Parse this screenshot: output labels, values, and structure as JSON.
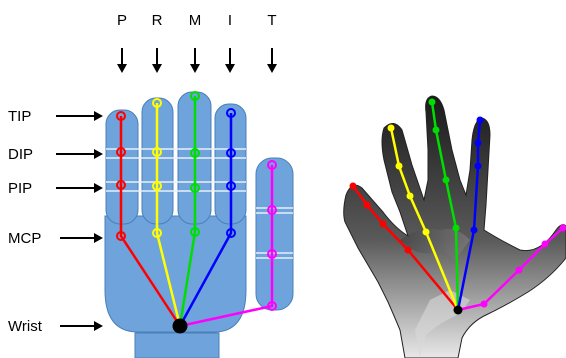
{
  "finger_labels": {
    "pinky": "P",
    "ring": "R",
    "middle": "M",
    "index": "I",
    "thumb": "T"
  },
  "joint_labels": {
    "tip": "TIP",
    "dip": "DIP",
    "pip": "PIP",
    "mcp": "MCP",
    "wrist": "Wrist"
  },
  "colors": {
    "pinky": "#ff0000",
    "ring": "#ffff00",
    "middle": "#00dd00",
    "index": "#0000ff",
    "thumb": "#ff00ff",
    "wrist": "#000000",
    "hand_fill": "#6fa3db",
    "hand_stroke": "#4a7fb8"
  }
}
